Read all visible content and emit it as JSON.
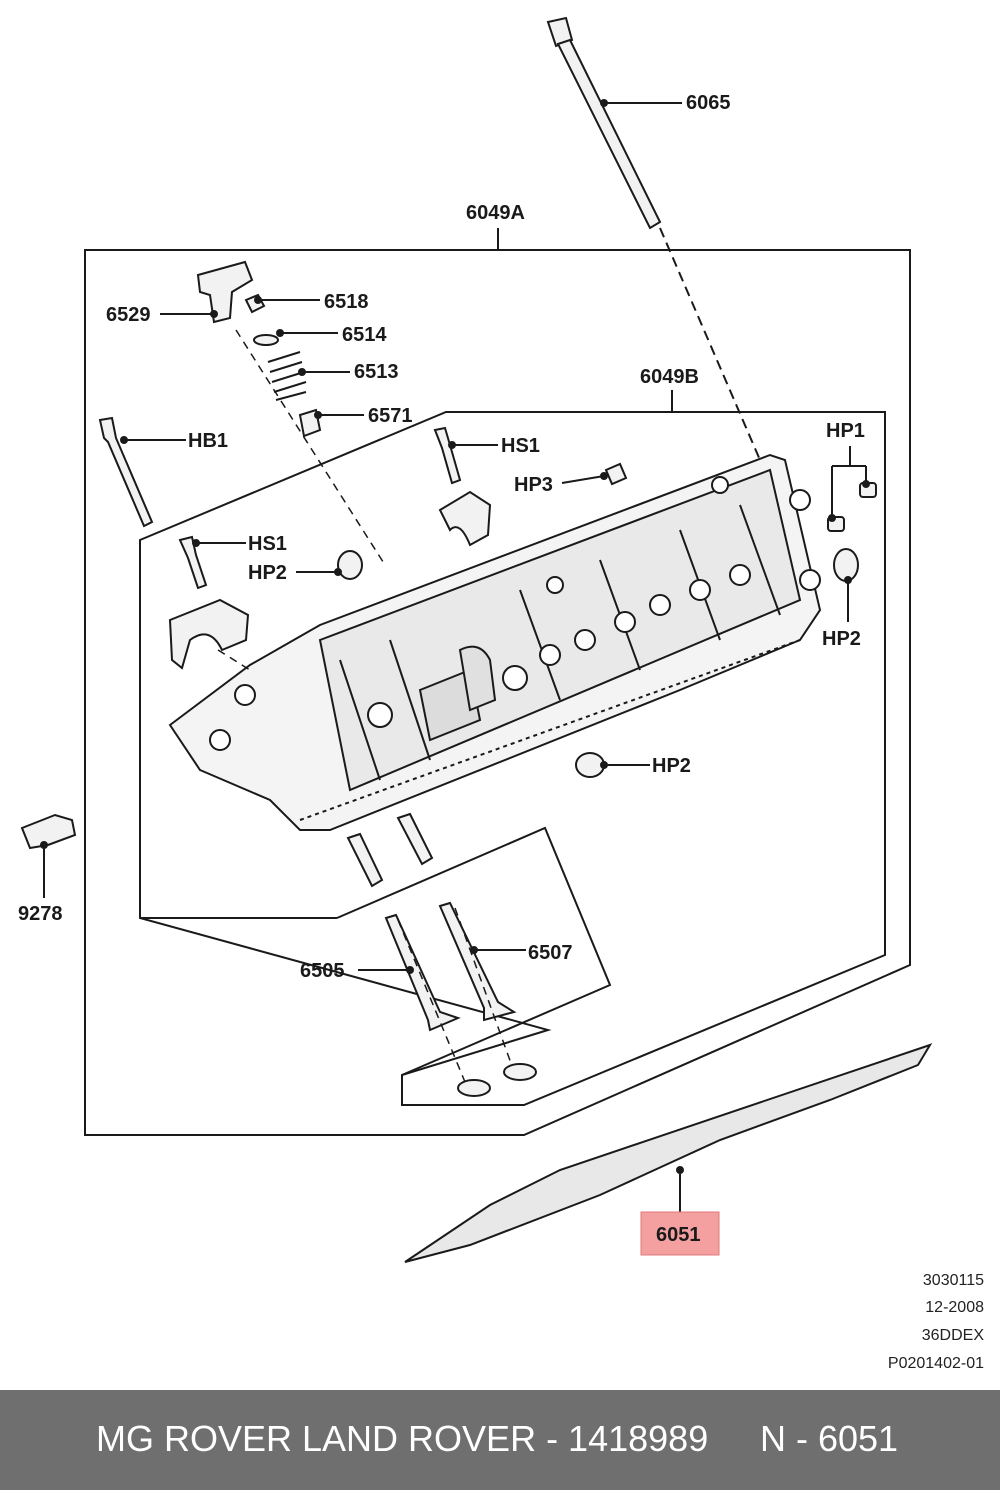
{
  "labels": {
    "l6065": "6065",
    "l6049A": "6049A",
    "l6049B": "6049B",
    "l6529": "6529",
    "l6518": "6518",
    "l6514": "6514",
    "l6513": "6513",
    "l6571": "6571",
    "lHB1": "HB1",
    "lHS1a": "HS1",
    "lHS1b": "HS1",
    "lHP3": "HP3",
    "lHP1": "HP1",
    "lHP2a": "HP2",
    "lHP2b": "HP2",
    "lHP2c": "HP2",
    "l9278": "9278",
    "l6505": "6505",
    "l6507": "6507",
    "l6051": "6051"
  },
  "meta": {
    "code": "3030115",
    "date": "12-2008",
    "model": "36DDEX",
    "ref": "P0201402-01"
  },
  "footer": {
    "left": "MG ROVER LAND ROVER - 1418989",
    "right": "N - 6051"
  },
  "colors": {
    "highlight": "#f4a0a0",
    "footer_bg": "#6f6f70"
  }
}
